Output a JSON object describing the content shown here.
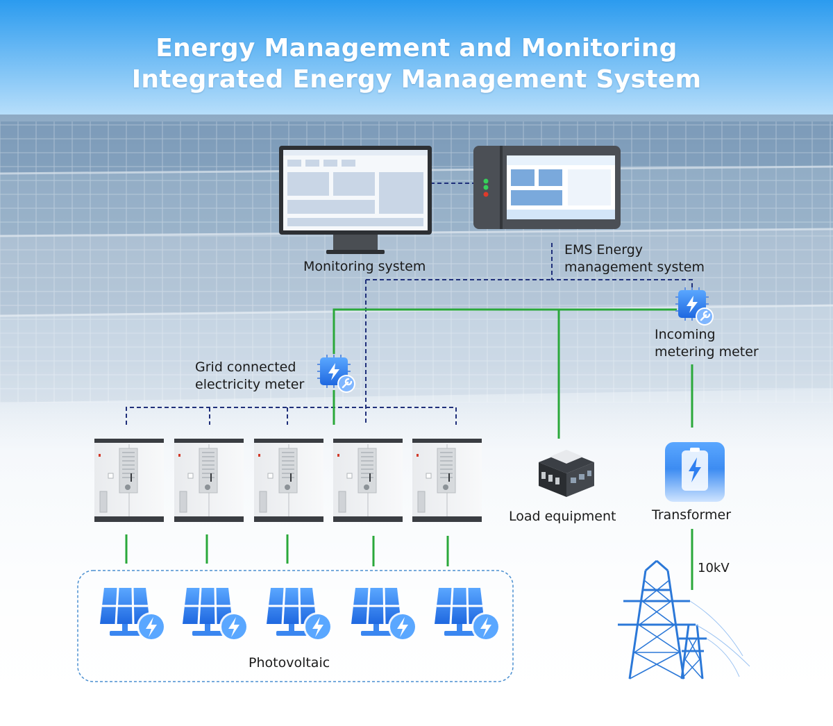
{
  "header": {
    "title_line1": "Energy Management and Monitoring",
    "title_line2": "Integrated Energy Management System"
  },
  "labels": {
    "monitoring_system": "Monitoring system",
    "ems_line1": "EMS Energy",
    "ems_line2": "management system",
    "incoming_line1": "Incoming",
    "incoming_line2": "metering meter",
    "grid_line1": "Grid connected",
    "grid_line2": "electricity meter",
    "load_equipment": "Load equipment",
    "transformer": "Transformer",
    "voltage": "10kV",
    "photovoltaic": "Photovoltaic"
  },
  "colors": {
    "sky_top": "#2f9ff0",
    "power_line": "#2aa83a",
    "comm_line": "#1f2f7a",
    "icon_blue": "#2a7ef0",
    "pv_group_border": "#4a8fd0",
    "tower_blue": "#2b78d8"
  },
  "nodes": {
    "storage_cabinets": 5,
    "pv_panels": 5
  }
}
